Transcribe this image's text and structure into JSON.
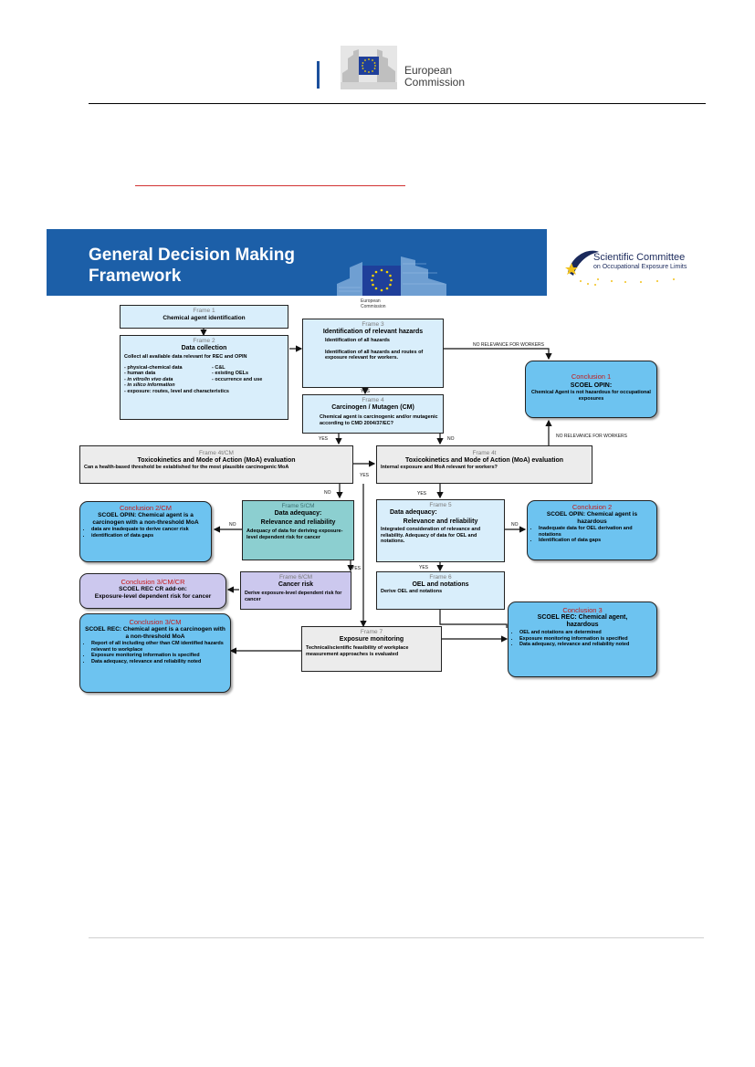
{
  "header": {
    "org_line1": "European",
    "org_line2": "Commission"
  },
  "banner": {
    "title_line1": "General Decision Making",
    "title_line2": "Framework",
    "ec_line1": "European",
    "ec_line2": "Commission"
  },
  "committee": {
    "line1": "Scientific Committee",
    "line2": "on Occupational Exposure Limits"
  },
  "frames": {
    "f1": {
      "title": "Frame 1",
      "text": "Chemical agent identification"
    },
    "f2": {
      "title": "Frame 2",
      "heading": "Data collection",
      "sub": "Collect all available data relevant for REC and OPIN",
      "left": [
        "- physical-chemical data",
        "- human data",
        "- in vitro/in vivo data",
        "- in silico information",
        "- exposure: routes, level and characteristics"
      ],
      "right": [
        "- C&L",
        "- existing OELs",
        "- occurrence and use"
      ]
    },
    "f3": {
      "title": "Frame 3",
      "heading": "Identification of relevant hazards",
      "t1": "Identification of all hazards",
      "t2": "Identification of all hazards and routes of exposure relevant for workers."
    },
    "f4": {
      "title": "Frame 4",
      "heading": "Carcinogen / Mutagen (CM)",
      "text": "Chemical agent is carcinogenic and/or mutagenic according to CMD 2004/37/EC?"
    },
    "f4tcm": {
      "title": "Frame 4t/CM",
      "heading": "Toxicokinetics and Mode of Action (MoA) evaluation",
      "text": "Can a health-based threshold be established for the most plausible carcinogenic MoA"
    },
    "f4t": {
      "title": "Frame 4t",
      "heading": "Toxicokinetics and Mode of Action (MoA) evaluation",
      "text": "Internal exposure and MoA relevant for workers?"
    },
    "f5cm": {
      "title": "Frame 5/CM",
      "heading1": "Data adequacy:",
      "heading2": "Relevance and reliability",
      "text": "Adequacy of data for deriving exposure-level dependent risk for cancer"
    },
    "f5": {
      "title": "Frame 5",
      "heading1": "Data adequacy:",
      "heading2": "Relevance and reliability",
      "text": "Integrated consideration of relevance and reliability. Adequacy of data for OEL and notations."
    },
    "f6cm": {
      "title": "Frame 6/CM",
      "heading": "Cancer risk",
      "text": "Derive exposure-level dependent risk for cancer"
    },
    "f6": {
      "title": "Frame 6",
      "heading": "OEL and notations",
      "text": "Derive OEL and notations"
    },
    "f7": {
      "title": "Frame 7",
      "heading": "Exposure monitoring",
      "text": "Technical/scientific feasibility of workplace measurement approaches is evaluated"
    }
  },
  "conclusions": {
    "c1": {
      "title": "Conclusion 1",
      "heading": "SCOEL OPIN:",
      "text": "Chemical Agent is not hazardous for occupational exposures"
    },
    "c2cm": {
      "title": "Conclusion 2/CM",
      "heading": "SCOEL OPIN: Chemical agent is a carcinogen with a non-threshold MoA",
      "items": [
        "data are inadequate to derive cancer risk",
        "identification of data gaps"
      ]
    },
    "c2": {
      "title": "Conclusion 2",
      "heading": "SCOEL OPIN: Chemical agent is hazardous",
      "items": [
        "Inadequate data for OEL derivation and notations",
        "Identification of data gaps"
      ]
    },
    "c3cmcr": {
      "title": "Conclusion 3/CM/CR",
      "heading": "SCOEL REC CR add-on:",
      "text": "Exposure-level dependent risk for cancer"
    },
    "c3cm": {
      "title": "Conclusion 3/CM",
      "heading": "SCOEL REC: Chemical agent is a carcinogen with a non-threshold MoA",
      "items": [
        "Report of all including other than CM identified hazards relevant to workplace",
        "Exposure monitoring information is specified",
        "Data adequacy, relevance and reliability noted"
      ]
    },
    "c3": {
      "title": "Conclusion 3",
      "heading": "SCOEL REC: Chemical agent, hazardous",
      "items": [
        "OEL and notations are determined",
        "Exposure monitoring information is specified",
        "Data adequacy, relevance and reliability noted"
      ]
    }
  },
  "labels": {
    "yes": "YES",
    "no": "NO",
    "no_relevance": "NO RELEVANCE FOR WORKERS"
  },
  "colors": {
    "banner": "#1c5fa8",
    "conclusion": "#6dc3f0",
    "frame_light": "#d9eefb",
    "conclusion_title": "#c41818"
  }
}
